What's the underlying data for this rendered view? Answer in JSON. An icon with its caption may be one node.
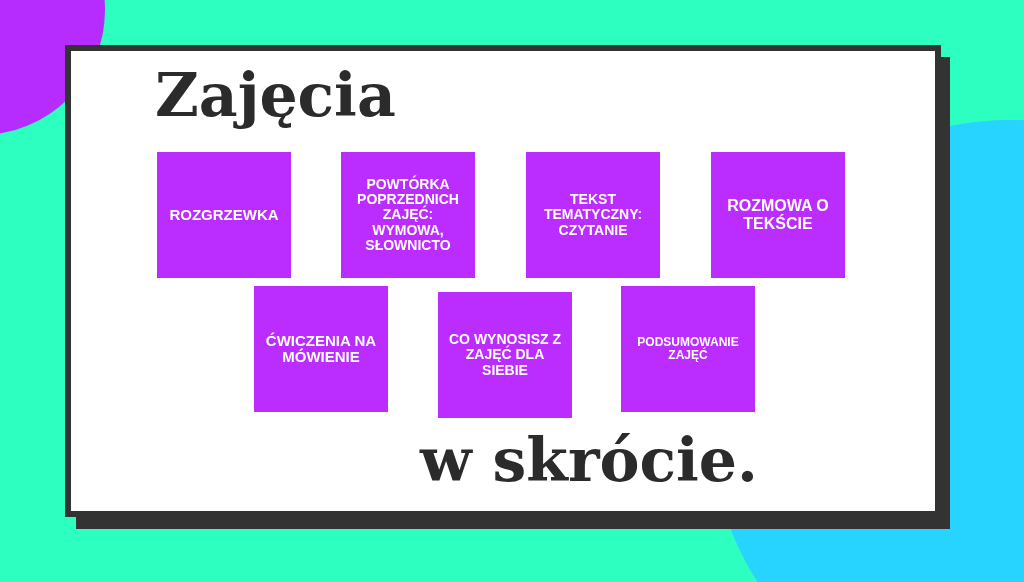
{
  "diagram": {
    "title": "Zajęcia",
    "nodes": [
      {
        "text": [
          "ROZGRZEWKA"
        ]
      },
      {
        "text": [
          "POWTÓRKA POPRZEDNICH ZAJĘĆ: WYMOWA, SŁOWNICTO"
        ]
      },
      {
        "text": [
          "TEKST TEMATYCZNY: CZYTANIE"
        ]
      },
      {
        "text": [
          "ROZMOWA O TEKŚCIE"
        ]
      },
      {
        "text": [
          "ĆWICZENIA NA MÓWIENIE"
        ]
      },
      {
        "text": [
          "CO WYNOSISZ Z ZAJĘĆ DLA SIEBIE"
        ]
      },
      {
        "text": [
          "PODSUMOWANIE ZAJĘĆ"
        ]
      }
    ],
    "edges": [],
    "labels": [
      "w skrócie."
    ]
  }
}
